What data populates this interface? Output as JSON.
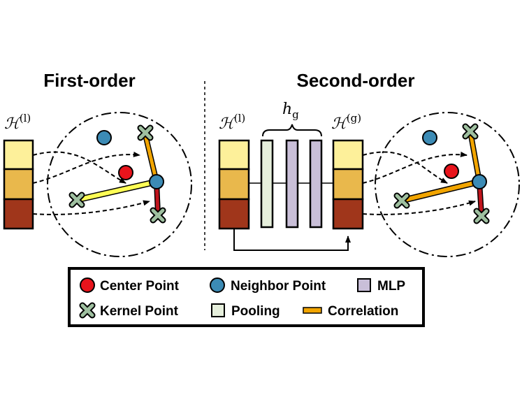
{
  "titles": {
    "first": "First-order",
    "second": "Second-order"
  },
  "math": {
    "h_l_base": "ℋ",
    "h_l_sup": "(l)",
    "h_g_base": "ℋ",
    "h_g_sup": "(g)",
    "hg_base": "h",
    "hg_sub": "g"
  },
  "legend": {
    "center": "Center Point",
    "neighbor": "Neighbor Point",
    "mlp": "MLP",
    "kernel": "Kernel Point",
    "pooling": "Pooling",
    "correlation": "Correlation"
  },
  "colors": {
    "center": "#e8141c",
    "neighbor": "#3c8bb5",
    "mlp": "#c9bfd8",
    "pooling": "#e6efdc",
    "correlation": "#f2a500",
    "kernel": "#9fc0a0",
    "feature_light": "#fdf09a",
    "feature_mid": "#e9b84c",
    "feature_dark": "#a0361b",
    "yellow_link": "#ffff55",
    "red_link": "#c0141c"
  },
  "icons": {
    "center": "red-circle",
    "neighbor": "blue-circle",
    "kernel": "x-mark",
    "pooling": "pale-green-square",
    "mlp": "lavender-square",
    "correlation": "orange-bar"
  }
}
